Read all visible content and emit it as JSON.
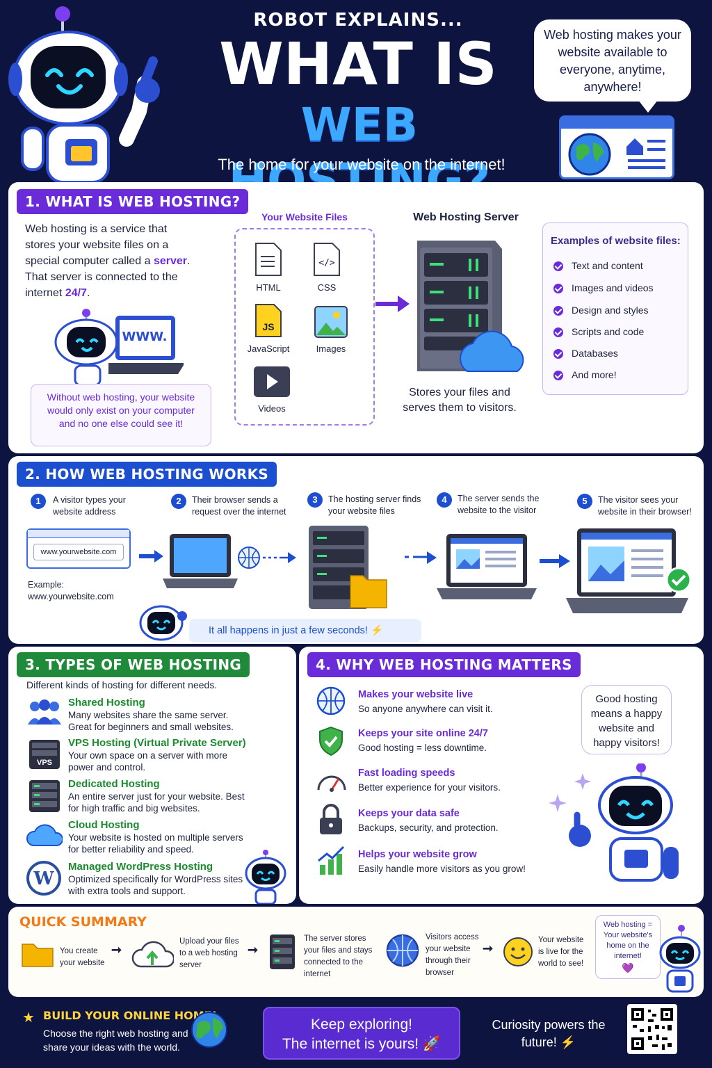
{
  "header": {
    "kicker": "ROBOT EXPLAINS...",
    "title_line1": "WHAT IS",
    "title_line2": "WEB HOSTING?",
    "subtitle": "The home for your website on the internet!",
    "bubble_text": "Web hosting makes your website available to everyone, anytime, anywhere!"
  },
  "section1": {
    "label": "1. WHAT IS WEB HOSTING?",
    "desc_a": "Web hosting is a service that stores your website files on a special computer called a ",
    "desc_server": "server",
    "desc_b": ". That server is connected to the internet ",
    "desc_247": "24/7",
    "desc_c": ".",
    "laptop_text": "WWW.",
    "note": "Without web hosting, your website would only exist on your computer and no one else could see it!",
    "files_title": "Your Website Files",
    "files": [
      "HTML",
      "CSS",
      "JavaScript",
      "Images",
      "Videos"
    ],
    "js_badge": "JS",
    "server_title": "Web Hosting Server",
    "server_desc": "Stores your files and serves them to visitors.",
    "examples_title": "Examples of website files:",
    "examples": [
      "Text and content",
      "Images and videos",
      "Design and styles",
      "Scripts and code",
      "Databases",
      "And more!"
    ]
  },
  "section2": {
    "label": "2. HOW WEB HOSTING WORKS",
    "steps": [
      {
        "num": "1",
        "text": "A visitor types your website address"
      },
      {
        "num": "2",
        "text": "Their browser sends a request over the internet"
      },
      {
        "num": "3",
        "text": "The hosting server finds your website files"
      },
      {
        "num": "4",
        "text": "The server sends the website to the visitor"
      },
      {
        "num": "5",
        "text": "The visitor sees your website in their browser!"
      }
    ],
    "url_text": "www.yourwebsite.com",
    "example_label": "Example:",
    "example_url": "www.yourwebsite.com",
    "happens": "It all happens in just a few seconds! ⚡"
  },
  "section3": {
    "label": "3. TYPES OF WEB HOSTING",
    "intro": "Different kinds of hosting for different needs.",
    "vps_badge": "VPS",
    "types": [
      {
        "title": "Shared Hosting",
        "desc": "Many websites share the same server. Great for beginners and small websites."
      },
      {
        "title": "VPS Hosting (Virtual Private Server)",
        "desc": "Your own space on a server with more power and control."
      },
      {
        "title": "Dedicated Hosting",
        "desc": "An entire server just for your website. Best for high traffic and big websites."
      },
      {
        "title": "Cloud Hosting",
        "desc": "Your website is hosted on multiple servers for better reliability and speed."
      },
      {
        "title": "Managed WordPress Hosting",
        "desc": "Optimized specifically for WordPress sites with extra tools and support."
      }
    ]
  },
  "section4": {
    "label": "4. WHY WEB HOSTING MATTERS",
    "items": [
      {
        "title": "Makes your website live",
        "desc": "So anyone anywhere can visit it."
      },
      {
        "title": "Keeps your site online 24/7",
        "desc": "Good hosting = less downtime."
      },
      {
        "title": "Fast loading speeds",
        "desc": "Better experience for your visitors."
      },
      {
        "title": "Keeps your data safe",
        "desc": "Backups, security, and protection."
      },
      {
        "title": "Helps your website grow",
        "desc": "Easily handle more visitors as you grow!"
      }
    ],
    "bubble": "Good hosting means a happy website and happy visitors!"
  },
  "summary": {
    "title": "QUICK SUMMARY",
    "steps": [
      "You create your website",
      "Upload your files to a web hosting server",
      "The server stores your files and stays connected to the internet",
      "Visitors access your website through their browser",
      "Your website is live for the world to see!"
    ],
    "bubble": "Web hosting = Your website's home on the internet!",
    "heart": "💜"
  },
  "footer": {
    "build_title": "BUILD YOUR ONLINE HOME!",
    "build_desc": "Choose the right web hosting and share your ideas with the world.",
    "keep_line1": "Keep exploring!",
    "keep_line2": "The internet is yours! 🚀",
    "curiosity": "Curiosity powers the future! ⚡"
  },
  "colors": {
    "background": "#0e1440",
    "purple": "#6a2bd9",
    "blue": "#1c4fcf",
    "green": "#1f8a3a",
    "orange": "#f07a16"
  }
}
